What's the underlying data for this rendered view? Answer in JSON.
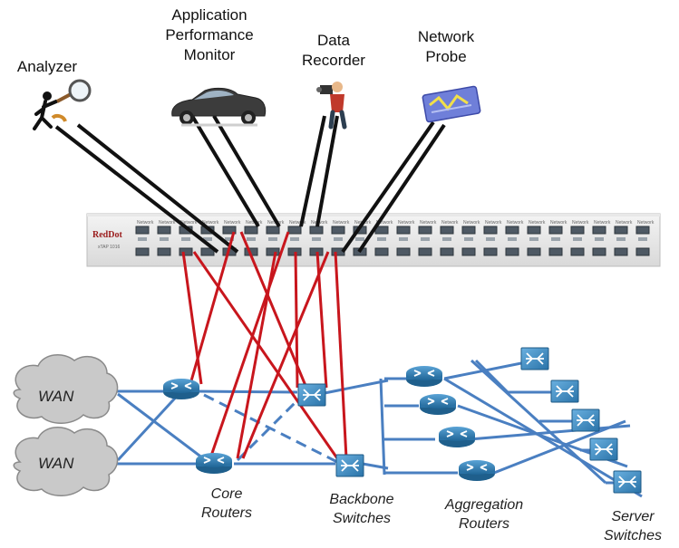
{
  "devices": {
    "analyzer": {
      "label": "Analyzer",
      "icon": "magnifier-person-icon"
    },
    "apm": {
      "label_lines": [
        "Application",
        "Performance",
        "Monitor"
      ],
      "icon": "car-icon"
    },
    "recorder": {
      "label_lines": [
        "Data",
        "Recorder"
      ],
      "icon": "camera-person-icon"
    },
    "probe": {
      "label_lines": [
        "Network",
        "Probe"
      ],
      "icon": "probe-icon"
    }
  },
  "tap": {
    "brand": "RedDot",
    "model": "xTAP 1016",
    "port_label": "Network"
  },
  "clouds": [
    {
      "label": "WAN"
    },
    {
      "label": "WAN"
    }
  ],
  "groups": {
    "core": {
      "label_lines": [
        "Core",
        "Routers"
      ]
    },
    "backbone": {
      "label_lines": [
        "Backbone",
        "Switches"
      ]
    },
    "aggregation": {
      "label_lines": [
        "Aggregation",
        "Routers"
      ]
    },
    "server": {
      "label_lines": [
        "Server",
        "Switches"
      ]
    }
  },
  "colors": {
    "monitor_link": "#111111",
    "tap_link": "#c8161d",
    "network_link": "#4a7fc1",
    "router_body": "#2f7fb5",
    "cloud_fill": "#c9c9c9"
  }
}
